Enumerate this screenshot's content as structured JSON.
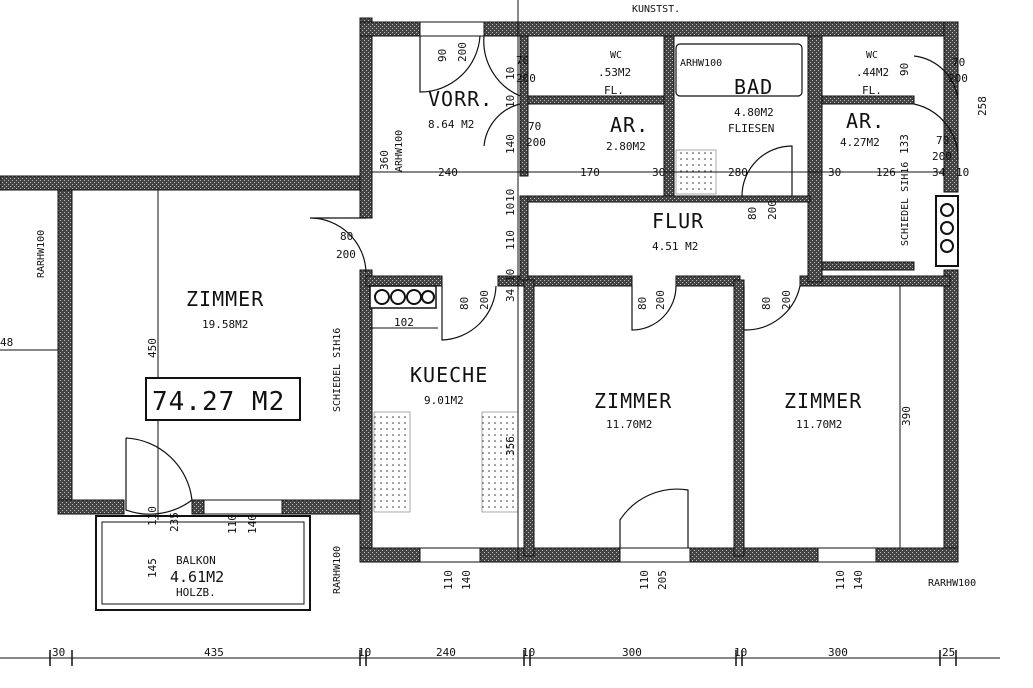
{
  "top_label": "KUNSTST.",
  "total_area": "74.27 M2",
  "rooms": {
    "zimmer_left": {
      "name": "ZIMMER",
      "area": "19.58M2"
    },
    "vorr": {
      "name": "VORR.",
      "area": "8.64 M2"
    },
    "wc_left": {
      "name": "WC",
      "area": ".53M2",
      "floor": "FL."
    },
    "ar_mid": {
      "name": "AR.",
      "area": "2.80M2"
    },
    "bad": {
      "name": "BAD",
      "area": "4.80M2",
      "floor": "FLIESEN"
    },
    "wc_right": {
      "name": "WC",
      "area": ".44M2",
      "floor": "FL."
    },
    "ar_right": {
      "name": "AR.",
      "area": "4.27M2"
    },
    "flur": {
      "name": "FLUR",
      "area": "4.51 M2"
    },
    "kueche": {
      "name": "KUECHE",
      "area": "9.01M2"
    },
    "zimmer_mid": {
      "name": "ZIMMER",
      "area": "11.70M2"
    },
    "zimmer_right": {
      "name": "ZIMMER",
      "area": "11.70M2"
    },
    "balkon": {
      "name": "BALKON",
      "area": "4.61M2",
      "floor": "HOLZB."
    }
  },
  "wall_labels": {
    "rarhw_left": "RARHW100",
    "rarhw_top": "ARHW100",
    "rarhw_bad": "ARHW100",
    "rarhw_balkon": "RARHW100",
    "rarhw_bottom_right": "RARHW100",
    "schiedel_kitchen": "SCHIEDEL SIH16",
    "schiedel_right": "SCHIEDEL SIH16"
  },
  "dims": {
    "d_90": "90",
    "d_200a": "200",
    "d_70a": "70",
    "d_200b": "200",
    "d_70b": "70",
    "d_200c": "200",
    "d_140": "140",
    "d_10a": "10",
    "d_360": "360",
    "d_240": "240",
    "d_170": "170",
    "d_30a": "30",
    "d_280": "280",
    "d_30b": "30",
    "d_126": "126",
    "d_34a": "34",
    "d_10b": "10",
    "d_133": "133",
    "d_70c": "70",
    "d_200d": "200",
    "d_258": "258",
    "d_70d": "70",
    "d_200e": "200",
    "d_90b": "90",
    "d_80a": "80",
    "d_200f": "200",
    "d_10c": "10",
    "d_110a": "110",
    "d_80b": "80",
    "d_200g": "200",
    "d_80c": "80",
    "d_200h": "200",
    "d_80d": "80",
    "d_200i": "200",
    "d_80e": "80",
    "d_200j": "200",
    "d_450": "450",
    "d_48": "48",
    "d_102": "102",
    "d_34b": "34",
    "d_356": "356",
    "d_390": "390",
    "d_110b": "110",
    "d_235": "235",
    "d_110c": "110",
    "d_140b": "140",
    "d_145": "145",
    "d_110d": "110",
    "d_140c": "140",
    "d_110e": "110",
    "d_205": "205",
    "d_110f": "110",
    "d_140d": "140",
    "d_10d": "10",
    "d_10e": "10",
    "d_10f": "10"
  },
  "bottom_dims": {
    "b_30": "30",
    "b_435": "435",
    "b_10a": "10",
    "b_240": "240",
    "b_10b": "10",
    "b_300a": "300",
    "b_10c": "10",
    "b_300b": "300",
    "b_25": "25"
  }
}
